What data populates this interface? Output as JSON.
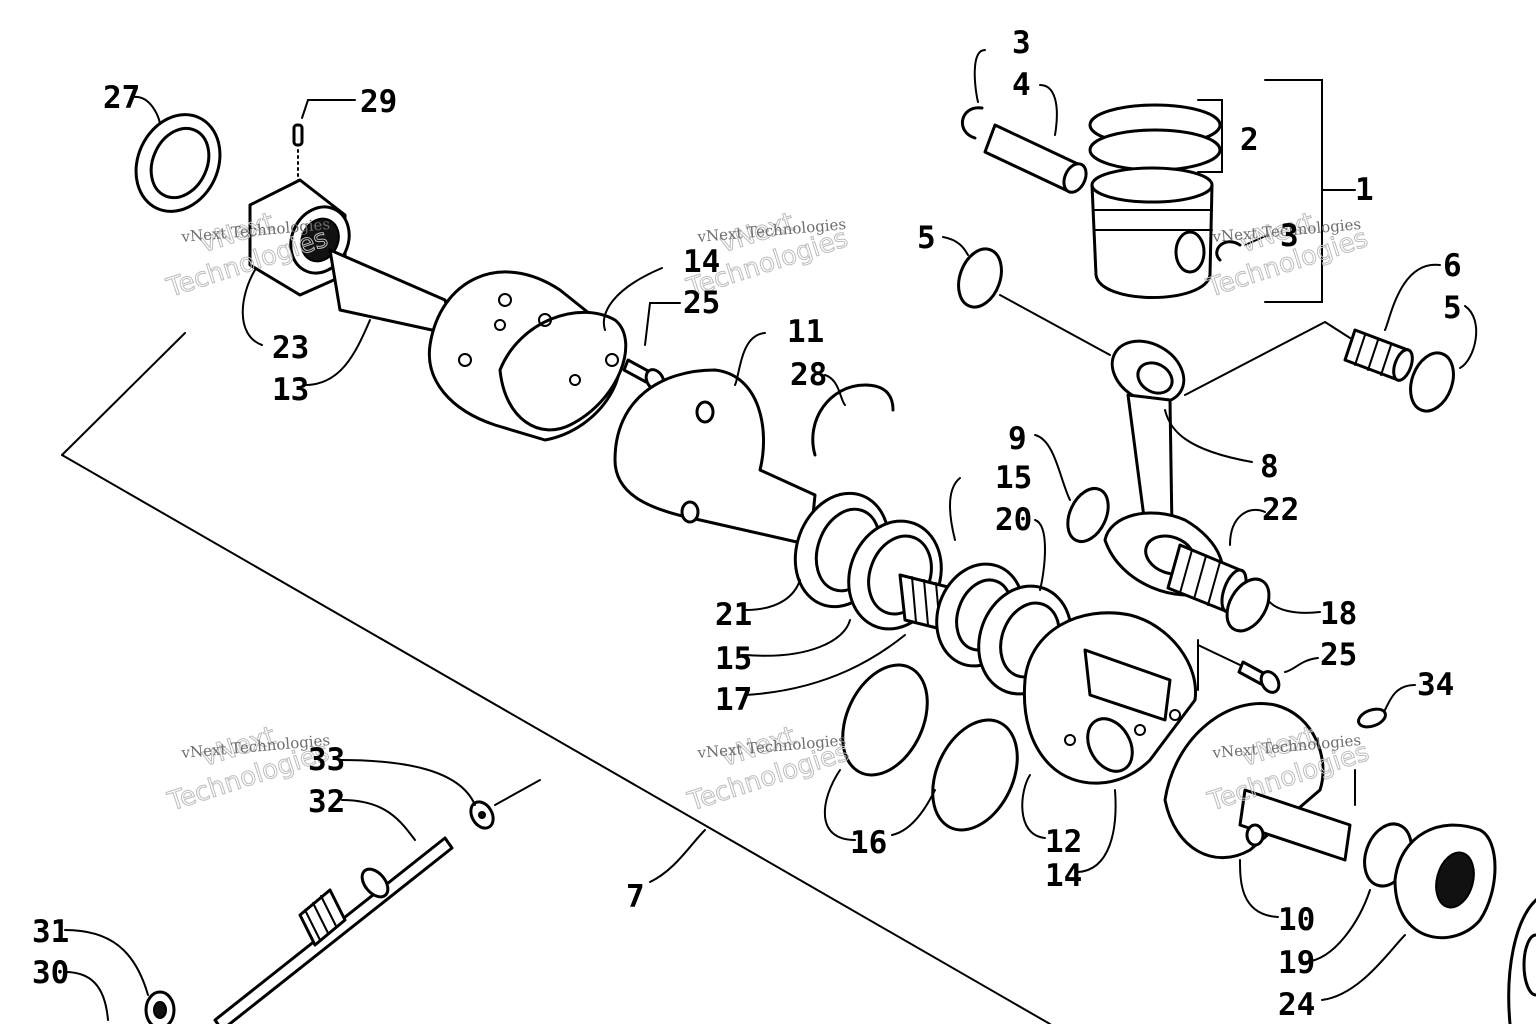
{
  "diagram": {
    "watermark": {
      "line1": "vNext",
      "line2": "Technologies",
      "small": "vNext Technologies"
    },
    "callouts": [
      "1",
      "2",
      "3",
      "3",
      "4",
      "5",
      "5",
      "6",
      "7",
      "8",
      "9",
      "10",
      "11",
      "12",
      "13",
      "14",
      "14",
      "15",
      "15",
      "16",
      "17",
      "18",
      "19",
      "20",
      "21",
      "22",
      "23",
      "24",
      "25",
      "25",
      "27",
      "28",
      "29",
      "30",
      "31",
      "32",
      "33",
      "34"
    ]
  }
}
